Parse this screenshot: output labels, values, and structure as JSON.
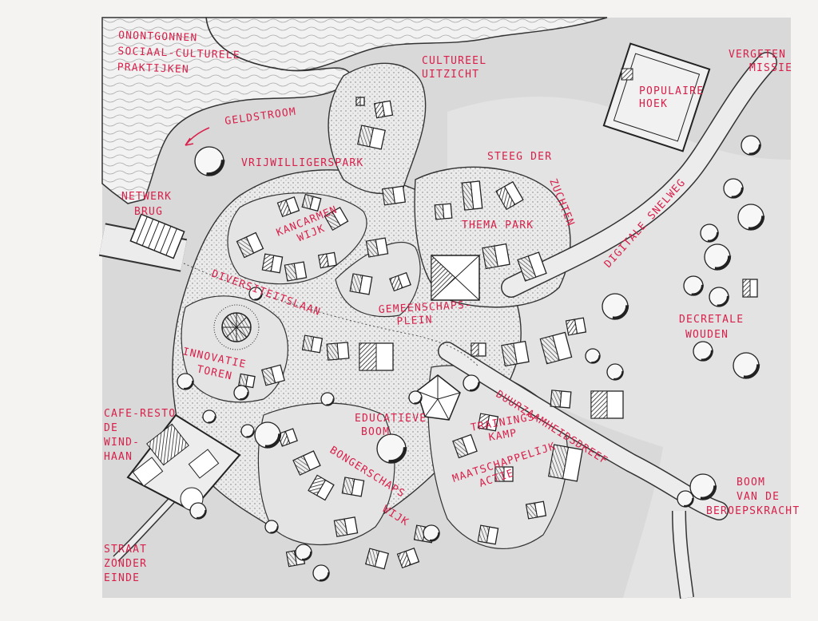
{
  "colors": {
    "paper": "#f4f3f1",
    "map_background": "#d9d9d9",
    "ink": "#1e1e1e",
    "annotation": "#d8204a",
    "water": "#f2f2f2",
    "road": "#e9e9e9"
  },
  "labels": {
    "onontgonnen": [
      "ONONTGONNEN",
      "SOCIAAL-CULTURELE",
      "PRAKTIJKEN"
    ],
    "cultureel_uitzicht": [
      "CULTUREEL",
      "UITZICHT"
    ],
    "vergeten_missie": [
      "VERGETEN",
      "MISSIE"
    ],
    "populaire_hoek": [
      "POPULAIRE",
      "HOEK"
    ],
    "geldstroom": [
      "GELDSTROOM"
    ],
    "vrijwilligerspark": [
      "VRIJWILLIGERSPARK"
    ],
    "steeg_der_zuchten": [
      "STEEG DER",
      "ZUCHTEN"
    ],
    "netwerk_brug": [
      "NETWERK",
      "BRUG"
    ],
    "kancarmen_wijk": [
      "KANCARMEN",
      "WIJK"
    ],
    "themapark": [
      "THEMA PARK"
    ],
    "digitale_snelweg": [
      "DIGITALE SNELWEG"
    ],
    "diversiteitslaan": [
      "DIVERSITEITSLAAN"
    ],
    "gemeenschapsplein": [
      "GEMEENSCHAPS-",
      "PLEIN"
    ],
    "decretale_wouden": [
      "DECRETALE",
      "WOUDEN"
    ],
    "innovatie_toren": [
      "INNOVATIE",
      "TOREN"
    ],
    "cafe_resto": [
      "CAFE-RESTO",
      "DE",
      "WIND-",
      "HAAN"
    ],
    "educatieve_boom": [
      "EDUCATIEVE",
      "BOOM"
    ],
    "duurzaamheidsdreef": [
      "DUURZAAMHEIDSDREEF"
    ],
    "trainingskamp": [
      "TRAININGS-",
      "KAMP"
    ],
    "bongerschaps_wijk": [
      "BONGERSCHAPS",
      "WIJK"
    ],
    "maatschappelijk": [
      "MAATSCHAPPELIJK",
      "ACTIE"
    ],
    "boom_beroepskracht": [
      "BOOM",
      "VAN DE",
      "BEROEPSKRACHT"
    ],
    "straat_zonder_einde": [
      "STRAAT",
      "ZONDER",
      "EINDE"
    ]
  }
}
